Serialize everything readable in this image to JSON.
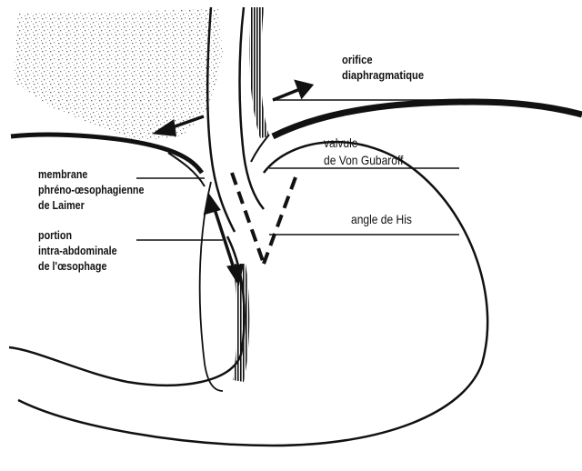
{
  "labels": {
    "orifice_line1": "orifice",
    "orifice_line2": "diaphragmatique",
    "valvule_line1": "valvule",
    "valvule_line2": "de Von Gubaroff",
    "angle": "angle de His",
    "membrane_line1": "membrane",
    "membrane_line2": "phréno-œsophagienne",
    "membrane_line3": "de Laimer",
    "portion_line1": "portion",
    "portion_line2": "intra-abdominale",
    "portion_line3": "de l'œsophage"
  },
  "colors": {
    "ink": "#111111",
    "paper": "#ffffff",
    "stipple": "#6a6a6a"
  }
}
